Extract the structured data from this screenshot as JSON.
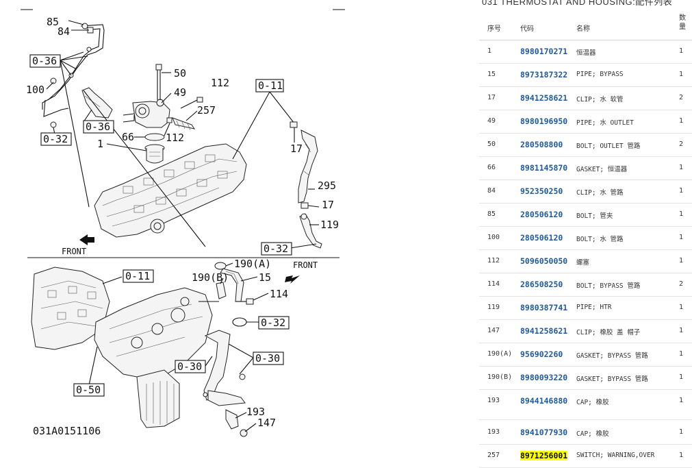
{
  "diagram": {
    "drawing_code": "031A0151106",
    "front_labels": [
      "FRONT",
      "FRONT"
    ],
    "callouts": [
      "85",
      "84",
      "0-36",
      "100",
      "0-36",
      "0-32",
      "50",
      "49",
      "112",
      "257",
      "112",
      "66",
      "1",
      "0-11",
      "17",
      "295",
      "17",
      "119",
      "0-32",
      "0-11",
      "190(A)",
      "190(B)",
      "15",
      "114",
      "0-32",
      "0-30",
      "0-30",
      "0-50",
      "193",
      "147"
    ]
  },
  "parts_list": {
    "title": "031 THERMOSTAT AND HOUSING:配件列表",
    "headers": {
      "no": "序号",
      "code": "代码",
      "name": "名称",
      "qty": "数量"
    },
    "rows": [
      {
        "no": "1",
        "code": "8980170271",
        "name": "恒温器",
        "qty": "1"
      },
      {
        "no": "15",
        "code": "8973187322",
        "name": "PIPE; BYPASS",
        "qty": "1"
      },
      {
        "no": "17",
        "code": "8941258621",
        "name": "CLIP; 水 软管",
        "qty": "2"
      },
      {
        "no": "49",
        "code": "8980196950",
        "name": "PIPE; 水 OUTLET",
        "qty": "1"
      },
      {
        "no": "50",
        "code": "280508800",
        "name": "BOLT; OUTLET 管路",
        "qty": "2"
      },
      {
        "no": "66",
        "code": "8981145870",
        "name": "GASKET; 恒温器",
        "qty": "1"
      },
      {
        "no": "84",
        "code": "952350250",
        "name": "CLIP; 水 管路",
        "qty": "1"
      },
      {
        "no": "85",
        "code": "280506120",
        "name": "BOLT; 管夹",
        "qty": "1"
      },
      {
        "no": "100",
        "code": "280506120",
        "name": "BOLT; 水 管路",
        "qty": "1"
      },
      {
        "no": "112",
        "code": "5096050050",
        "name": "螺塞",
        "qty": "1"
      },
      {
        "no": "114",
        "code": "286508250",
        "name": "BOLT; BYPASS 管路",
        "qty": "2"
      },
      {
        "no": "119",
        "code": "8980387741",
        "name": "PIPE; HTR",
        "qty": "1"
      },
      {
        "no": "147",
        "code": "8941258621",
        "name": "CLIP; 橡胶 盖 帽子",
        "qty": "1"
      },
      {
        "no": "190(A)",
        "code": "956902260",
        "name": "GASKET; BYPASS 管路",
        "qty": "1"
      },
      {
        "no": "190(B)",
        "code": "8980093220",
        "name": "GASKET; BYPASS 管路",
        "qty": "1"
      },
      {
        "no": "193",
        "code": "8944146880",
        "name": "CAP; 橡胶",
        "qty": "1"
      },
      {
        "no": "193",
        "code": "8941077930",
        "name": "CAP; 橡胶",
        "qty": "1"
      },
      {
        "no": "257",
        "code": "8971256001",
        "name": "SWITCH; WARNING,OVER",
        "qty": "1",
        "highlight": true
      }
    ]
  },
  "colors": {
    "code_link": "#1f5aa0",
    "highlight": "#ffff00"
  }
}
